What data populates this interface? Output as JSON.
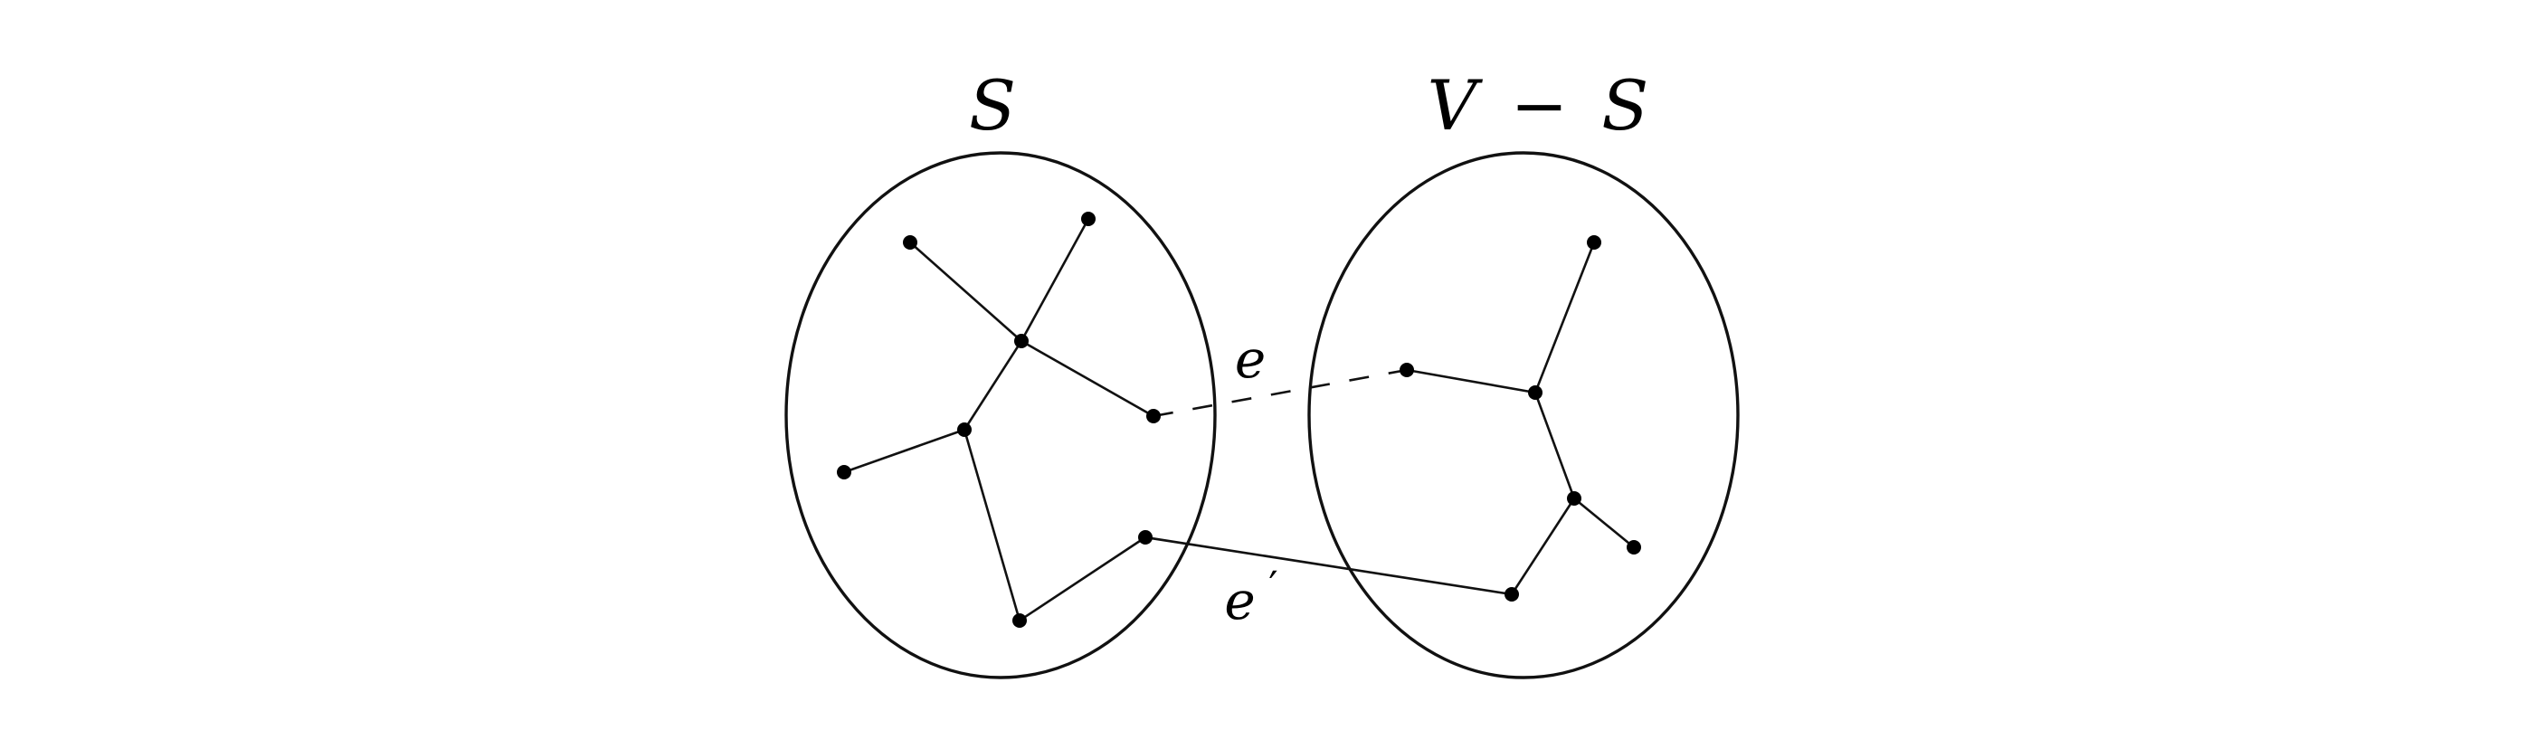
{
  "labels": {
    "set_s": "S",
    "set_v": "V",
    "minus": "−",
    "set_s_in_complement": "S",
    "edge_e": "e",
    "edge_e_prime": "e",
    "prime_mark": "′"
  },
  "colors": {
    "stroke": "#111111",
    "node": "#000000",
    "background": "#ffffff"
  }
}
